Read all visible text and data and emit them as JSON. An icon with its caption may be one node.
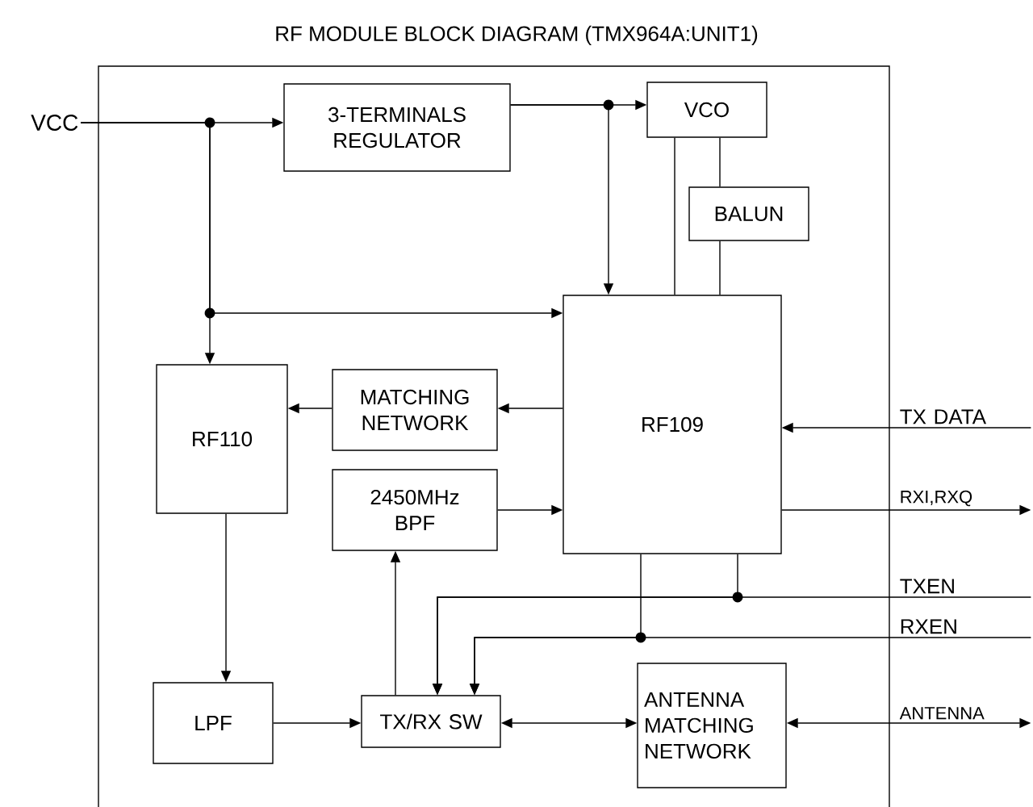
{
  "diagram": {
    "title": "RF MODULE BLOCK DIAGRAM (TMX964A:UNIT1)",
    "nodes": [
      {
        "text": [],
        "shape": "box"
      },
      {
        "text": [
          "3-TERMINALS REGULATOR"
        ],
        "in": 0
      },
      {
        "text": [
          "VCO"
        ],
        "in": 0
      },
      {
        "text": [
          "BALUN"
        ],
        "in": 0
      },
      {
        "text": [
          "RF109"
        ],
        "in": 0
      },
      {
        "text": [
          "RF110"
        ],
        "in": 0
      },
      {
        "text": [
          "MATCHING NETWORK"
        ],
        "in": 0
      },
      {
        "text": [
          "2450MHz BPF"
        ],
        "in": 0
      },
      {
        "text": [
          "LPF"
        ],
        "in": 0
      },
      {
        "text": [
          "TX/RX SW"
        ],
        "in": 0
      },
      {
        "text": [
          "ANTENNA MATCHING NETWORK"
        ],
        "in": 0
      },
      {
        "text": [
          "VCC"
        ]
      },
      {
        "text": [
          "TX DATA"
        ]
      },
      {
        "text": [
          "RXI,RXQ"
        ]
      },
      {
        "text": [
          "TXEN"
        ]
      },
      {
        "text": [
          "RXEN"
        ]
      },
      {
        "text": [
          "ANTENNA"
        ]
      }
    ],
    "edges": [
      {
        "from": 11,
        "to": 1,
        "arrow": "to"
      },
      {
        "from": 11,
        "to": 4,
        "arrow": "to"
      },
      {
        "from": 11,
        "to": 5,
        "arrow": "to"
      },
      {
        "from": 1,
        "to": 2,
        "arrow": "to"
      },
      {
        "from": 1,
        "to": 4,
        "arrow": "to"
      },
      {
        "from": 2,
        "to": 4,
        "arrow": "none"
      },
      {
        "from": 2,
        "to": 3,
        "arrow": "none"
      },
      {
        "from": 3,
        "to": 4,
        "arrow": "none"
      },
      {
        "from": 4,
        "to": 6,
        "arrow": "to"
      },
      {
        "from": 6,
        "to": 5,
        "arrow": "to"
      },
      {
        "from": 12,
        "to": 4,
        "arrow": "to"
      },
      {
        "from": 4,
        "to": 13,
        "arrow": "to"
      },
      {
        "from": 7,
        "to": 4,
        "arrow": "to"
      },
      {
        "from": 5,
        "to": 8,
        "arrow": "to"
      },
      {
        "from": 8,
        "to": 9,
        "arrow": "to"
      },
      {
        "from": 9,
        "to": 7,
        "arrow": "to"
      },
      {
        "from": 9,
        "to": 10,
        "arrow": "both"
      },
      {
        "from": 10,
        "to": 16,
        "arrow": "both"
      },
      {
        "from": 14,
        "to": 9,
        "arrow": "to"
      },
      {
        "from": 4,
        "to": 9,
        "arrow": "to"
      },
      {
        "from": 15,
        "to": 9,
        "arrow": "to"
      },
      {
        "from": 4,
        "to": 9,
        "arrow": "to"
      }
    ]
  }
}
